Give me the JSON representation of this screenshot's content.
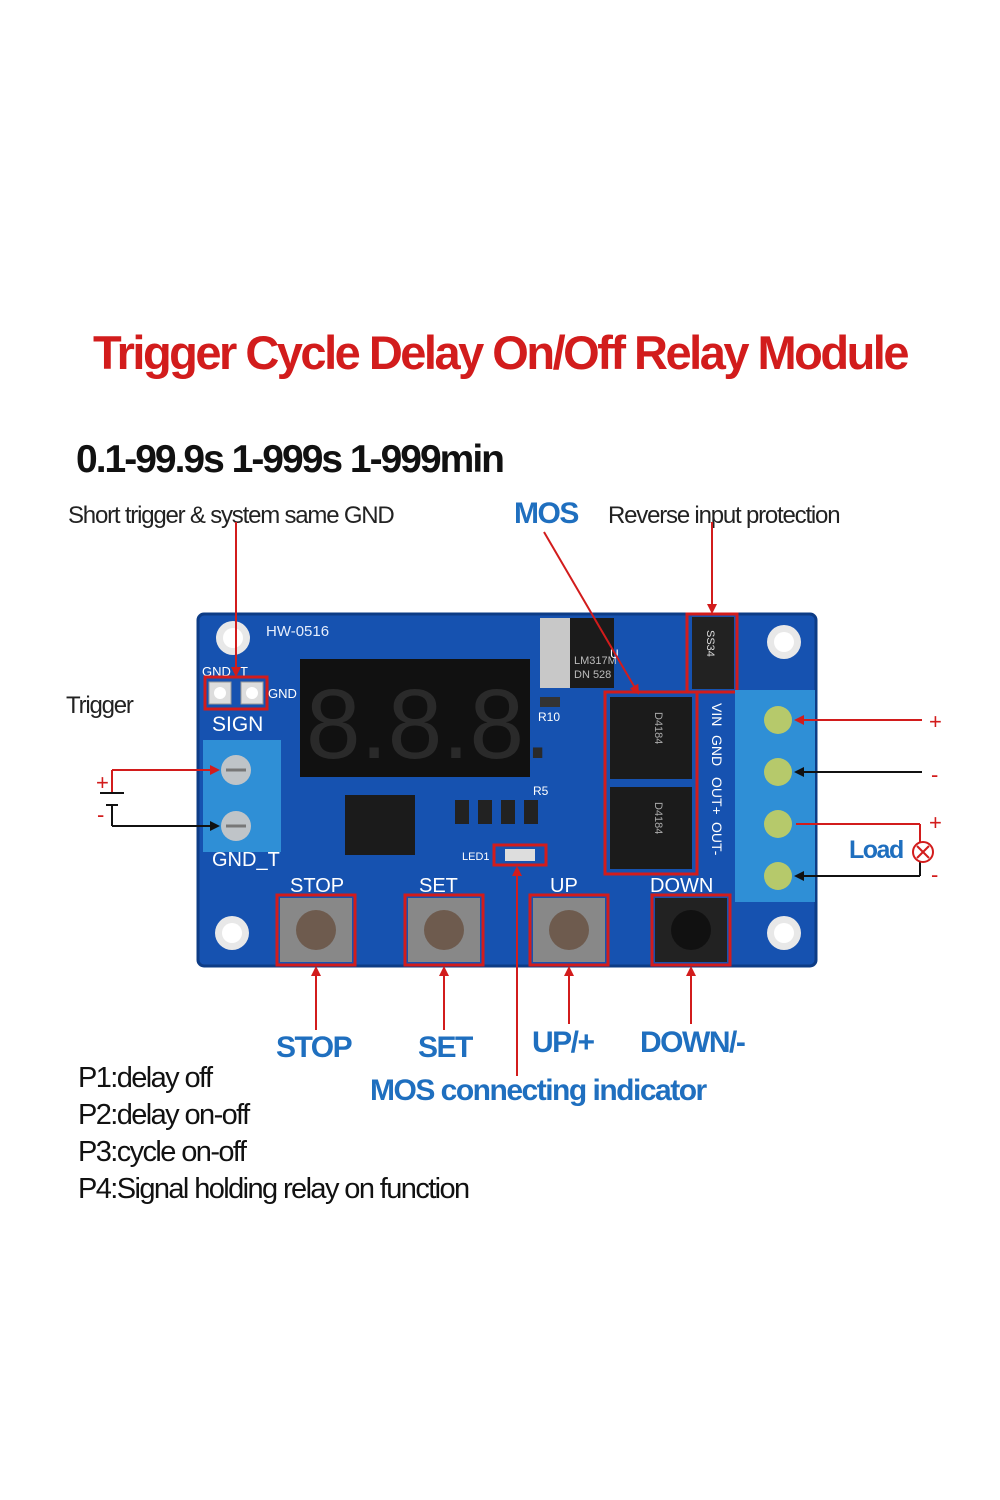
{
  "title": "Trigger Cycle Delay On/Off Relay Module",
  "ranges": "0.1-99.9s  1-999s  1-999min",
  "labels": {
    "short_trigger": "Short trigger &  system same GND",
    "mos": "MOS",
    "reverse_protection": "Reverse input protection",
    "trigger": "Trigger",
    "load": "Load",
    "stop": "STOP",
    "set": "SET",
    "up": "UP/+",
    "down": "DOWN/-",
    "mos_indicator": "MOS connecting indicator"
  },
  "board": {
    "model": "HW-0516",
    "display": "8.8.8.",
    "pin_gnd": "GND",
    "pin_t": "T",
    "pin_gnd2": "GND",
    "sign": "SIGN",
    "gnd_t": "GND_T",
    "regulator": [
      "LM317M",
      "DN 528"
    ],
    "diode": "SS34",
    "mosfet": "D4184",
    "btn_stop": "STOP",
    "btn_set": "SET",
    "btn_up": "UP",
    "btn_down": "DOWN",
    "terminal_vin": "VIN",
    "terminal_gnd": "GND",
    "terminal_out_plus": "OUT+",
    "terminal_out_minus": "OUT-",
    "led": "LED1",
    "r10": "R10",
    "r5": "R5",
    "u": "U"
  },
  "signs": {
    "plus": "+",
    "minus": "-"
  },
  "modes": [
    "P1:delay off",
    "P2:delay on-off",
    "P3:cycle on-off",
    "P4:Signal holding relay on function"
  ],
  "colors": {
    "title": "#d21c1c",
    "label_blue": "#1f6fbf",
    "pcb": "#1652b0",
    "terminal": "#2f8fd6",
    "highlight": "#d21c1c"
  }
}
